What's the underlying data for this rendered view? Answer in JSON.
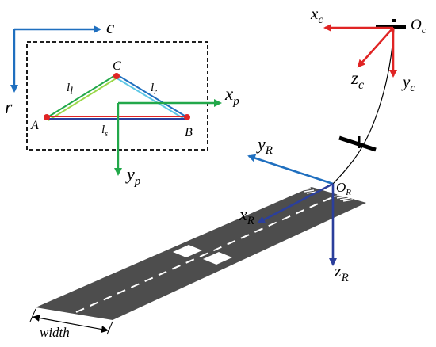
{
  "colors": {
    "blue": "#1f6fbf",
    "green": "#22a84a",
    "red": "#e02424",
    "navy": "#2b3f9c",
    "runway": "#4d4d4d",
    "marking": "#ffffff",
    "black": "#000000",
    "cyan": "#5ec8e6",
    "lime": "#9bd84a"
  },
  "image_frame": {
    "axis_col": "c",
    "axis_row": "r",
    "point_a": "A",
    "point_b": "B",
    "point_c": "C",
    "len_left": {
      "base": "l",
      "sub": "l"
    },
    "len_right": {
      "base": "l",
      "sub": "r"
    },
    "len_base": {
      "base": "l",
      "sub": "s"
    },
    "xp": {
      "base": "x",
      "sub": "p"
    },
    "yp": {
      "base": "y",
      "sub": "p"
    }
  },
  "camera_frame": {
    "origin": {
      "base": "O",
      "sub": "c"
    },
    "xc": {
      "base": "x",
      "sub": "c"
    },
    "yc": {
      "base": "y",
      "sub": "c"
    },
    "zc": {
      "base": "z",
      "sub": "c"
    }
  },
  "runway_frame": {
    "origin": {
      "base": "O",
      "sub": "R"
    },
    "xr": {
      "base": "x",
      "sub": "R"
    },
    "yr": {
      "base": "y",
      "sub": "R"
    },
    "zr": {
      "base": "z",
      "sub": "R"
    }
  },
  "runway": {
    "width_label": "width"
  }
}
